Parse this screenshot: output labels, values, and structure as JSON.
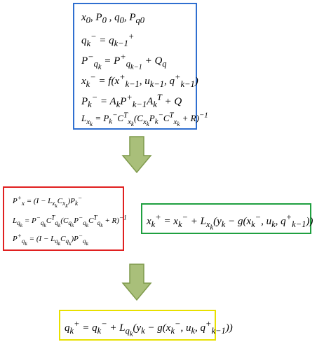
{
  "blue_box": {
    "lines": [
      "x₀, P₀, q₀, P_q0",
      "q_k⁻ = q_{k−1}⁺",
      "P_{q_k}⁻ = P_{q_{k−1}}⁺ + Q_q",
      "x_k⁻ = f(x_{k−1}⁺, u_{k−1}, q_{k−1}⁺)",
      "P_k⁻ = A_k P_{k−1}⁺ A_k^T + Q",
      "L_{x_k} = P_k⁻ C_{x_k}^T (C_{x_k} P_k⁻ C_{x_k}^T + R)^{−1}"
    ]
  },
  "red_box": {
    "lines": [
      "P_x⁺ = (I − L_{x_k} C_{x_k}) P_k⁻",
      "L_{q_k} = P_{q_k}⁻ C_{q_k}^T (C_{q_k} P_{q_k}⁻ C_{q_k}^T + R)^{−1}",
      "P_{q_k}⁺ = (I − L_{q_k} C_{q_k}) P_{q_k}⁻"
    ]
  },
  "green_box": {
    "equation": "x_k⁺ = x_k⁻ + L_{x_k}(y_k − g(x_k⁻, u_k, q_{k−1}⁺))"
  },
  "yellow_box": {
    "equation": "q_k⁺ = q_k⁻ + L_{q_k}(y_k − g(x_k⁻, u_k, q_{k−1}⁺))"
  },
  "colors": {
    "blue_border": "#2f6fd0",
    "red_border": "#e02020",
    "green_border": "#1fa040",
    "yellow_border": "#e8e000",
    "arrow_fill": "#a9bf7a",
    "arrow_stroke": "#7f9a4c"
  }
}
